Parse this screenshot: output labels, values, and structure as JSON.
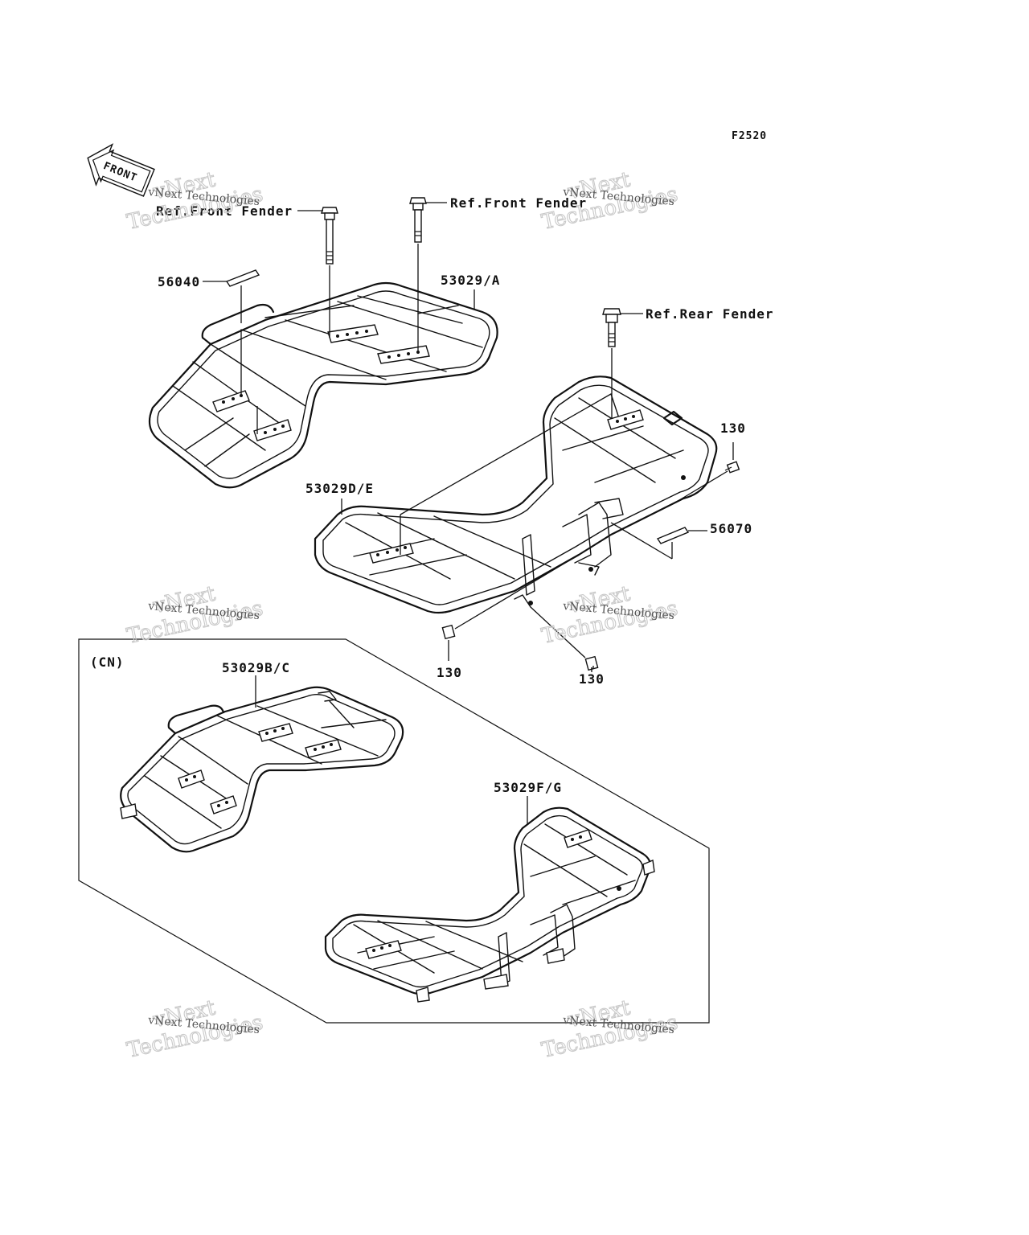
{
  "figure_code": "F2520",
  "front_arrow_label": "FRONT",
  "labels": {
    "ref_front_fender_left": "Ref.Front Fender",
    "ref_front_fender_right": "Ref.Front Fender",
    "ref_rear_fender": "Ref.Rear Fender",
    "part_56040": "56040",
    "part_53029_a": "53029/A",
    "part_53029_de": "53029D/E",
    "part_130_right": "130",
    "part_56070": "56070",
    "part_130_bottom_left": "130",
    "part_130_bottom_right": "130",
    "cn_region": "(CN)",
    "part_53029_bc": "53029B/C",
    "part_53029_fg": "53029F/G"
  },
  "watermarks": [
    {
      "line1": "vNext",
      "line2": "Technologies",
      "caption": "vNext Technologies"
    },
    {
      "line1": "vNext",
      "line2": "Technologies",
      "caption": "vNext Technologies"
    },
    {
      "line1": "vNext",
      "line2": "Technologies",
      "caption": "vNext Technologies"
    },
    {
      "line1": "vNext",
      "line2": "Technologies",
      "caption": "vNext Technologies"
    },
    {
      "line1": "vNext",
      "line2": "Technologies",
      "caption": "vNext Technologies"
    },
    {
      "line1": "vNext",
      "line2": "Technologies",
      "caption": "vNext Technologies"
    }
  ]
}
